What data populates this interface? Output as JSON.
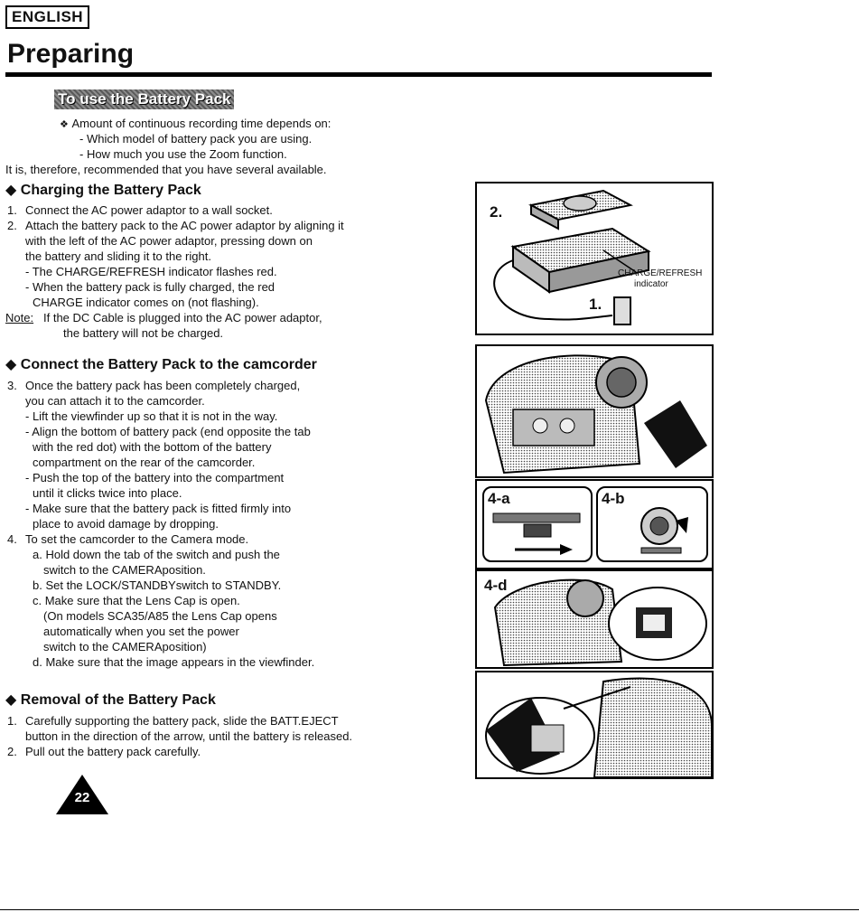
{
  "header": {
    "language_badge": "ENGLISH",
    "page_title": "Preparing"
  },
  "section_title": "To use the Battery Pack",
  "intro": {
    "bullet": "Amount of continuous recording time depends on:",
    "sub1": "- Which model of battery pack you are using.",
    "sub2": "- How much you use the Zoom function.",
    "note": "It is, therefore, recommended that you have several available."
  },
  "charging": {
    "heading": "Charging the Battery Pack",
    "step1_num": "1.",
    "step1": "Connect the AC power adaptor to a wall socket.",
    "step2_num": "2.",
    "step2_l1": "Attach the battery pack to the AC power adaptor by aligning it",
    "step2_l2": "with the left of the AC power adaptor, pressing down on",
    "step2_l3": "the battery and sliding it to the right.",
    "step2_s1": "- The CHARGE/REFRESH indicator flashes red.",
    "step2_s2_l1": "- When the battery pack is fully charged, the red",
    "step2_s2_l2": "CHARGE indicator comes on (not flashing).",
    "note_label": "Note:",
    "note_l1": "If the DC Cable is plugged into the AC power adaptor,",
    "note_l2": "the battery will not be charged."
  },
  "connect": {
    "heading": "Connect the Battery Pack to the camcorder",
    "step3_num": "3.",
    "step3_l1": "Once the battery pack has been completely charged,",
    "step3_l2": "you can attach it to the camcorder.",
    "s1": "- Lift the viewfinder up so that it is not in the way.",
    "s2_l1": "- Align the bottom of battery pack (end opposite the tab",
    "s2_l2": "with the red dot) with the bottom of  the battery",
    "s2_l3": "compartment on the rear of the camcorder.",
    "s3_l1": "- Push the top of the battery into the compartment",
    "s3_l2": "until it clicks twice into place.",
    "s4_l1": "- Make sure that the battery pack is fitted firmly into",
    "s4_l2": "place to avoid damage by dropping.",
    "step4_num": "4.",
    "step4": "To set the camcorder to the Camera mode.",
    "a_l1": "a. Hold down the tab of the switch and push the",
    "a_l2": "switch to the CAMERAposition.",
    "b": "b. Set the LOCK/STANDBYswitch to STANDBY.",
    "c_l1": "c. Make sure that the Lens Cap is open.",
    "c_l2": "(On models SCA35/A85 the Lens Cap opens",
    "c_l3": "automatically when you set the power",
    "c_l4": "switch to the CAMERAposition)",
    "d": "d. Make sure that the image appears in the viewfinder."
  },
  "removal": {
    "heading": "Removal of the Battery Pack",
    "step1_num": "1.",
    "step1_l1": "Carefully supporting the battery pack, slide the BATT.EJECT",
    "step1_l2": "button in the direction of the arrow, until the battery is released.",
    "step2_num": "2.",
    "step2": "Pull out the battery pack carefully."
  },
  "figures": {
    "fig1_label_2": "2.",
    "fig1_label_1": "1.",
    "fig1_callout_l1": "CHARGE/REFRESH",
    "fig1_callout_l2": "indicator",
    "fig3_label_a": "4-a",
    "fig3_label_b": "4-b",
    "fig4_label_d": "4-d"
  },
  "footer": {
    "page_number": "22"
  }
}
